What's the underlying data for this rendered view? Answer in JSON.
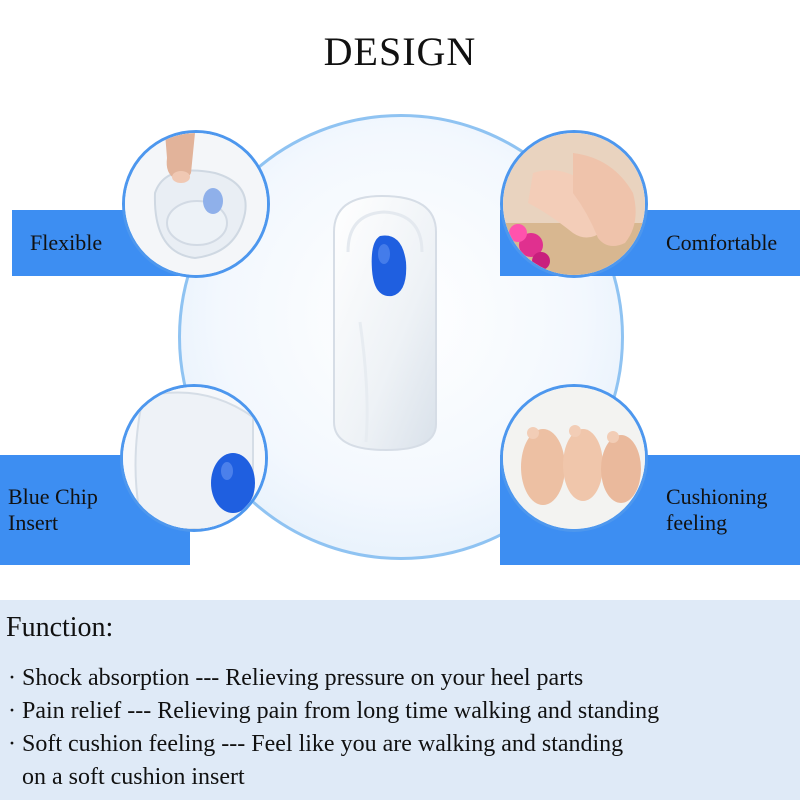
{
  "title": "DESIGN",
  "features": {
    "top_left": "Flexible",
    "top_right": "Comfortable",
    "bottom_left": "Blue Chip\nInsert",
    "bottom_right": "Cushioning\nfeeling"
  },
  "function": {
    "heading": "Function:",
    "bullet": "·",
    "items": [
      "Shock absorption --- Relieving pressure on your heel parts",
      "Pain relief --- Relieving pain from long time walking and standing",
      "Soft cushion feeling --- Feel like you are walking and standing"
    ],
    "continuation": "on a soft cushion insert"
  },
  "colors": {
    "band_blue": "#3d8ef2",
    "ring_blue": "#8fc3f2",
    "chip_blue": "#1f5fe0",
    "panel_bg": "#dfeaf7"
  },
  "icons": [
    "insole-image",
    "finger-press-image",
    "feet-massage-image",
    "blue-chip-image",
    "feet-soles-image"
  ]
}
